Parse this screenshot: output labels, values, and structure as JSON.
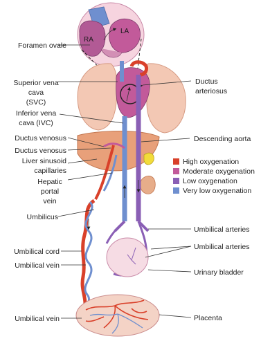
{
  "colors": {
    "high": "#d9402a",
    "moderate": "#c25a9a",
    "low": "#8a5fb5",
    "very_low": "#6f8fcf"
  },
  "heart_labels": {
    "ra": "RA",
    "la": "LA"
  },
  "labels_left": {
    "foramen_ovale": "Foramen ovale",
    "svc_1": "Superior vena",
    "svc_2": "cava",
    "svc_3": "(SVC)",
    "ivc_1": "Inferior vena",
    "ivc_2": "cava (IVC)",
    "ductus_venosus_1": "Ductus venosus",
    "ductus_venosus_2": "Ductus venosus",
    "liver_1": "Liver sinusoid",
    "liver_2": "capillaries",
    "hepatic_1": "Hepatic",
    "hepatic_2": "portal",
    "hepatic_3": "vein",
    "umbilicus": "Umbilicus",
    "umbilical_cord": "Umbilical cord",
    "umbilical_vein_1": "Umbilical vein",
    "umbilical_vein_2": "Umbilical vein"
  },
  "labels_right": {
    "ductus_arteriosus_1": "Ductus",
    "ductus_arteriosus_2": "arteriosus",
    "descending_aorta": "Descending aorta",
    "umbilical_arteries_1": "Umbilical arteries",
    "umbilical_arteries_2": "Umbilical arteries",
    "urinary_bladder": "Urinary bladder",
    "placenta": "Placenta"
  },
  "legend": [
    {
      "label": "High oxygenation",
      "color": "#d9402a"
    },
    {
      "label": "Moderate oxygenation",
      "color": "#c25a9a"
    },
    {
      "label": "Low oxygenation",
      "color": "#8a5fb5"
    },
    {
      "label": "Very low oxygenation",
      "color": "#6f8fcf"
    }
  ]
}
